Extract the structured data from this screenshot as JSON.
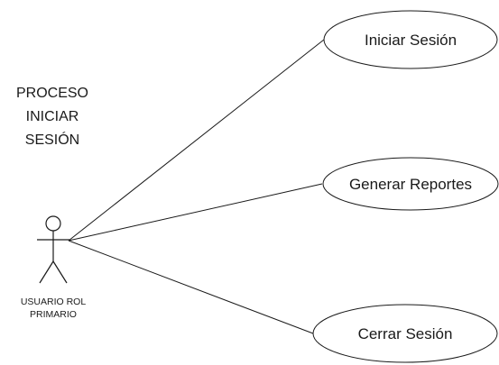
{
  "diagram": {
    "title_lines": [
      "PROCESO",
      "INICIAR",
      "SESIÓN"
    ],
    "actor": {
      "label_lines": [
        "USUARIO ROL",
        "PRIMARIO"
      ],
      "icon": "stick-figure-actor-icon"
    },
    "use_cases": [
      {
        "label": "Iniciar Sesión"
      },
      {
        "label": "Generar Reportes"
      },
      {
        "label": "Cerrar Sesión"
      }
    ]
  }
}
